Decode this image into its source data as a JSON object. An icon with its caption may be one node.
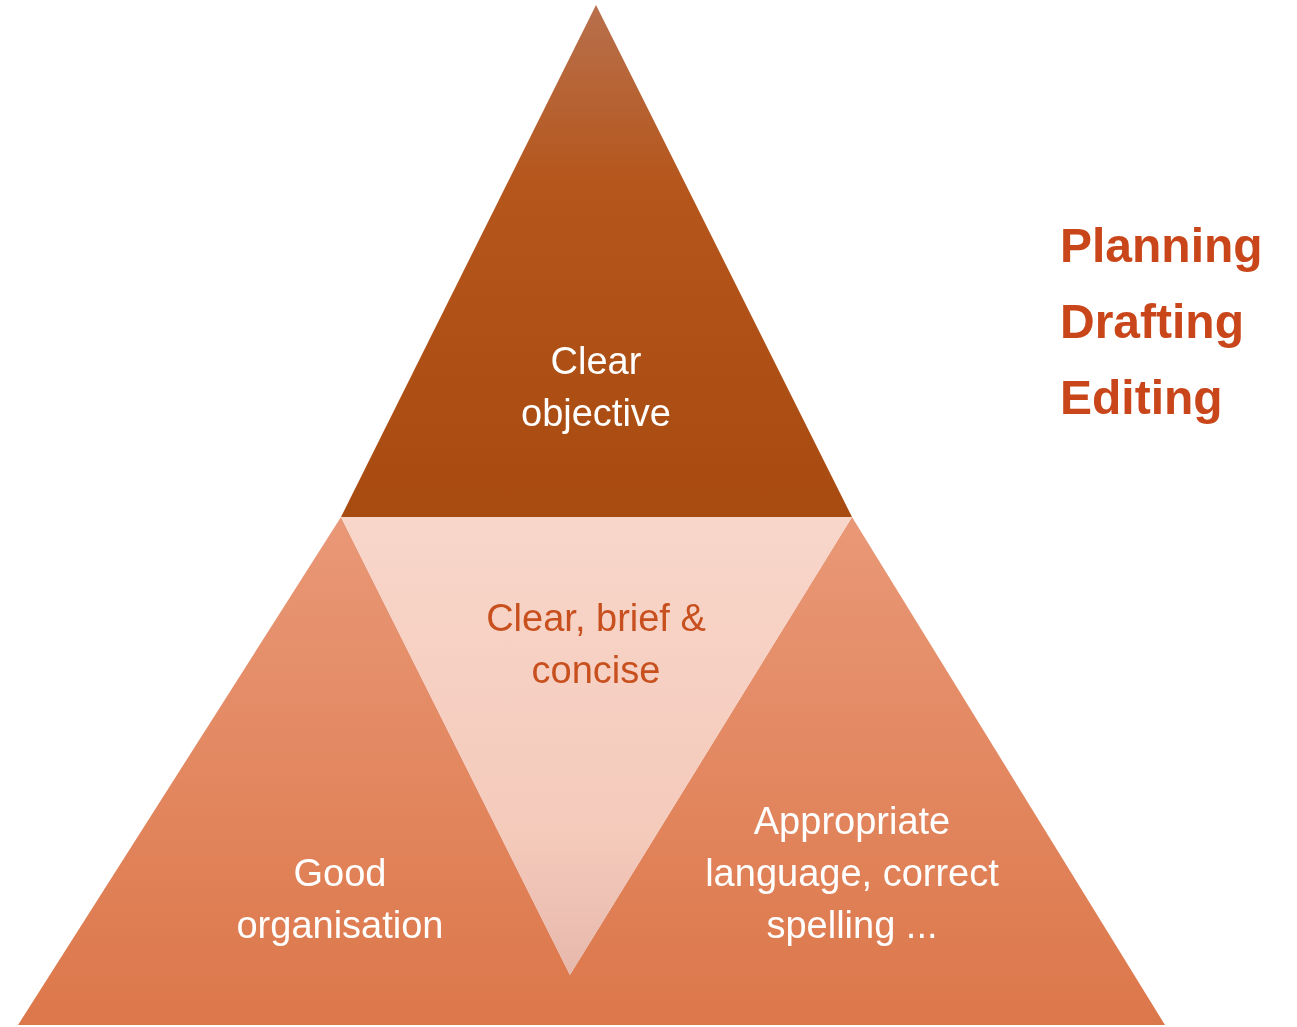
{
  "diagram": {
    "nodes": [
      {
        "text": [
          "Clear objective"
        ]
      },
      {
        "text": [
          "Clear, brief & concise"
        ]
      },
      {
        "text": [
          "Good organisation"
        ]
      },
      {
        "text": [
          "Appropriate language, correct spelling ..."
        ]
      }
    ],
    "labels": [
      "Planning",
      "Drafting",
      "Editing"
    ]
  }
}
